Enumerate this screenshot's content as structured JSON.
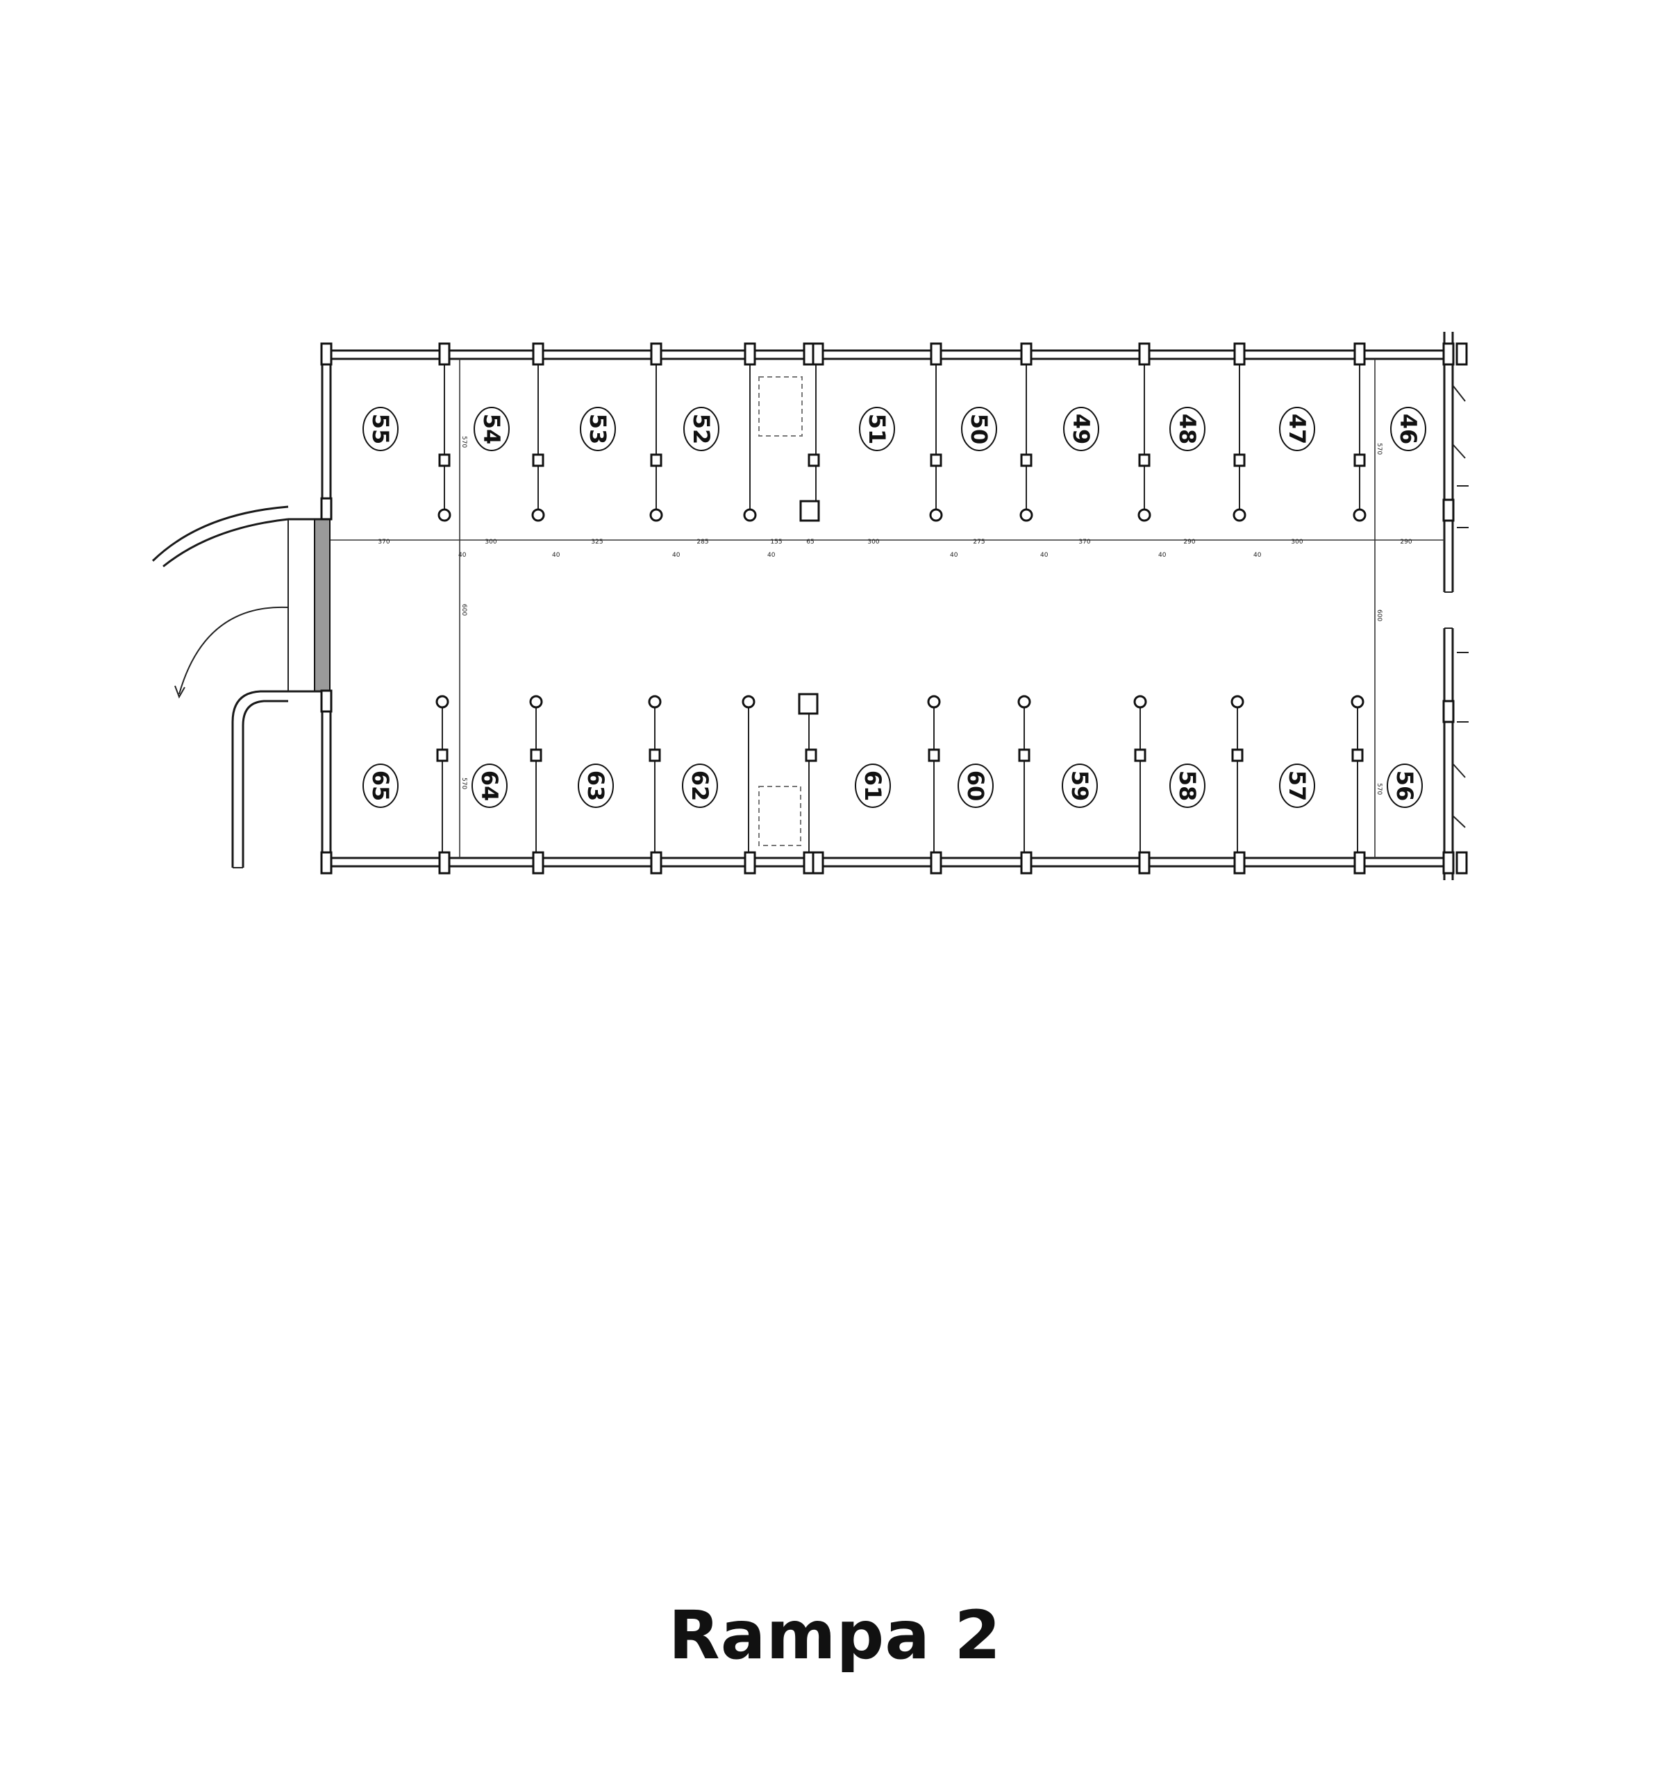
{
  "title": "Rampa 2",
  "top_row_spaces": [
    "55",
    "54",
    "53",
    "52",
    "51",
    "50",
    "49",
    "48",
    "47",
    "46"
  ],
  "bottom_row_spaces": [
    "65",
    "64",
    "63",
    "62",
    "61",
    "60",
    "59",
    "58",
    "57",
    "56"
  ],
  "aisle_dimensions": [
    "370",
    "300",
    "325",
    "285",
    "155",
    "65",
    "300",
    "275",
    "370",
    "290",
    "300",
    "290"
  ],
  "offset_labels": [
    "40",
    "40",
    "40",
    "40",
    "40",
    "40",
    "40",
    "40"
  ],
  "stall_depth_labels": [
    "570",
    "570",
    "570",
    "570"
  ],
  "aisle_width_labels": [
    "600",
    "600"
  ],
  "colors": {
    "ink": "#111111",
    "paper": "#ffffff"
  }
}
